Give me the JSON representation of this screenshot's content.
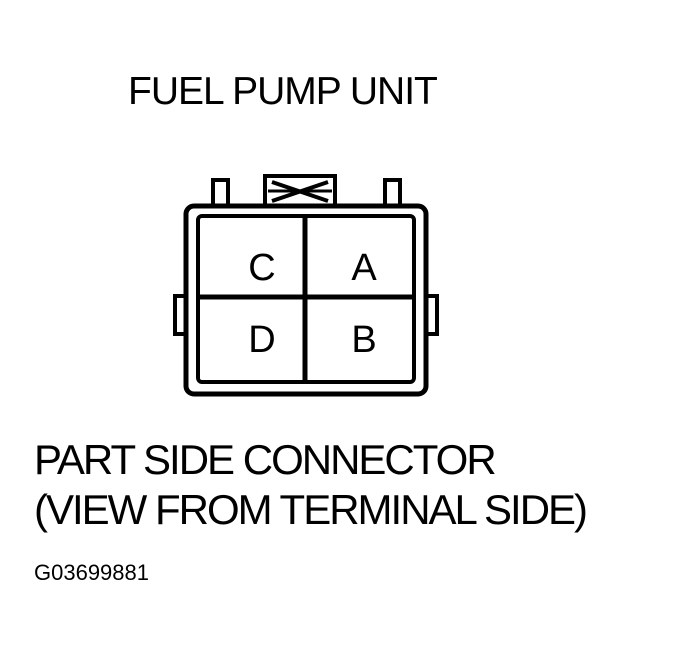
{
  "diagram": {
    "title": "FUEL PUMP UNIT",
    "pins": {
      "top_left": "C",
      "top_right": "A",
      "bottom_left": "D",
      "bottom_right": "B"
    },
    "caption_line1": "PART SIDE CONNECTOR",
    "caption_line2": "(VIEW FROM TERMINAL SIDE)",
    "figure_code": "G03699881"
  }
}
